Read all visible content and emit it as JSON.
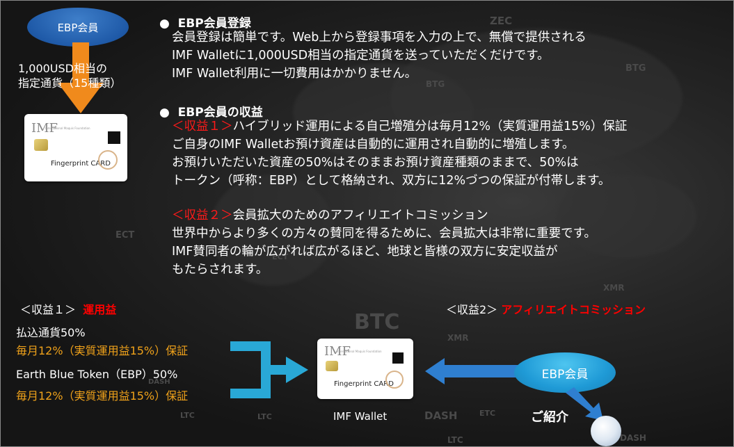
{
  "left_oval": {
    "label": "EBP会員"
  },
  "left_caption": {
    "line1": "1,000USD相当の",
    "line2": "指定通貨（15種類）"
  },
  "card": {
    "brand": "IMF",
    "subtitle": "International Maquis Foundation",
    "name": "Fingerprint CARD"
  },
  "section1": {
    "title": "EBP会員登録",
    "lines": [
      "会員登録は簡単です。Web上から登録事項を入力の上で、無償で提供される",
      "IMF Walletに1,000USD相当の指定通貨を送っていただくだけです。",
      "IMF Wallet利用に一切費用はかかりません。"
    ]
  },
  "section2": {
    "title": "EBP会員の収益",
    "benefit1_tag": "＜収益１＞",
    "benefit1_rest": "ハイブリッド運用による自己増殖分は毎月12%（実質運用益15%）保証",
    "lines1": [
      "ご自身のIMF Walletお預け資産は自動的に運用され自動的に増殖します。",
      "お預けいただいた資産の50%はそのままお預け資産種類のままで、50%は",
      "トークン（呼称：EBP）として格納され、双方に12%づつの保証が付帯します。"
    ],
    "benefit2_tag": "＜収益２＞",
    "benefit2_rest": "会員拡大のためのアフィリエイトコミッション",
    "lines2": [
      "世界中からより多くの方々の賛同を得るために、会員拡大は非常に重要です。",
      "IMF賛同者の輪が広がれば広がるほど、地球と皆様の双方に安定収益が",
      "もたらされます。"
    ]
  },
  "bottom_left": {
    "heading_label": "＜収益１＞",
    "heading_value": "運用益",
    "row1": "払込通貨50%",
    "row1_guarantee": "毎月12%（実質運用益15%）保証",
    "row2": "Earth Blue Token（EBP）50%",
    "row2_guarantee": "毎月12%（実質運用益15%）保証"
  },
  "bottom_center": {
    "caption": "IMF Wallet"
  },
  "bottom_right": {
    "heading_label": "＜収益2＞",
    "heading_value": "アフィリエイトコミッション",
    "oval_label": "EBP会員",
    "referral": "ご紹介"
  },
  "background_labels": [
    "ZEC",
    "BTG",
    "BTG",
    "ECT",
    "BTC",
    "XMR",
    "XMR",
    "DASH",
    "DASH",
    "LTC",
    "LTC",
    "DASH",
    "ETC",
    "LTC",
    "ECT"
  ],
  "colors": {
    "accent_red": "#ff0000",
    "orange": "#f0a21a",
    "blue_arrow": "#2f7fd0",
    "cyan_arrow": "#29a8d6",
    "orange_arrow": "#f08a1c"
  }
}
